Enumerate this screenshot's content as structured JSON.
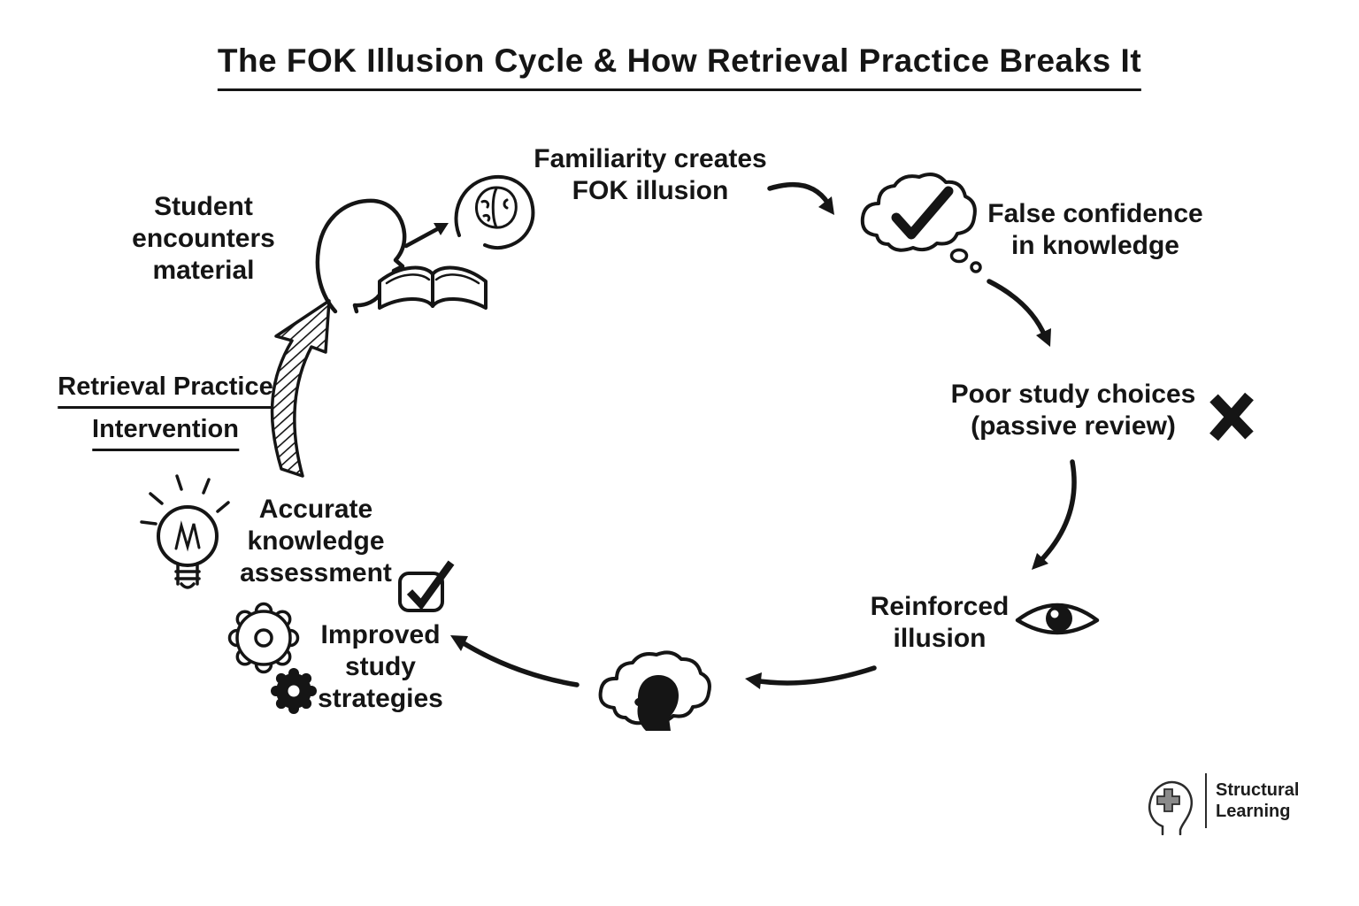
{
  "title": "The FOK Illusion Cycle & How Retrieval Practice Breaks It",
  "colors": {
    "ink": "#151515",
    "background": "#ffffff"
  },
  "nodes": {
    "student": {
      "lines": [
        "Student",
        "encounters",
        "material"
      ]
    },
    "familiarity": {
      "lines": [
        "Familiarity creates",
        "FOK illusion"
      ]
    },
    "false_confidence": {
      "lines": [
        "False confidence",
        "in knowledge"
      ]
    },
    "poor_study": {
      "lines": [
        "Poor study choices",
        "(passive review)"
      ]
    },
    "reinforced": {
      "lines": [
        "Reinforced",
        "illusion"
      ]
    },
    "improved": {
      "lines": [
        "Improved",
        "study",
        "strategies"
      ]
    },
    "accurate": {
      "lines": [
        "Accurate",
        "knowledge",
        "assessment"
      ]
    },
    "retrieval": {
      "lines": [
        "Retrieval Practice",
        "Intervention"
      ]
    }
  },
  "icons": {
    "student": "head-reading-book-brain-icon",
    "fok": "thought-cloud-check-icon",
    "poor_study": "x-mark-icon",
    "reinforced": "eye-icon",
    "rumination": "head-in-cloud-icon",
    "improved": "gears-icon",
    "accurate": "checkbox-check-icon",
    "intervention": "lightbulb-icon",
    "logo": "head-puzzle-logo-icon"
  },
  "logo": {
    "name_line1": "Structural",
    "name_line2": "Learning"
  }
}
